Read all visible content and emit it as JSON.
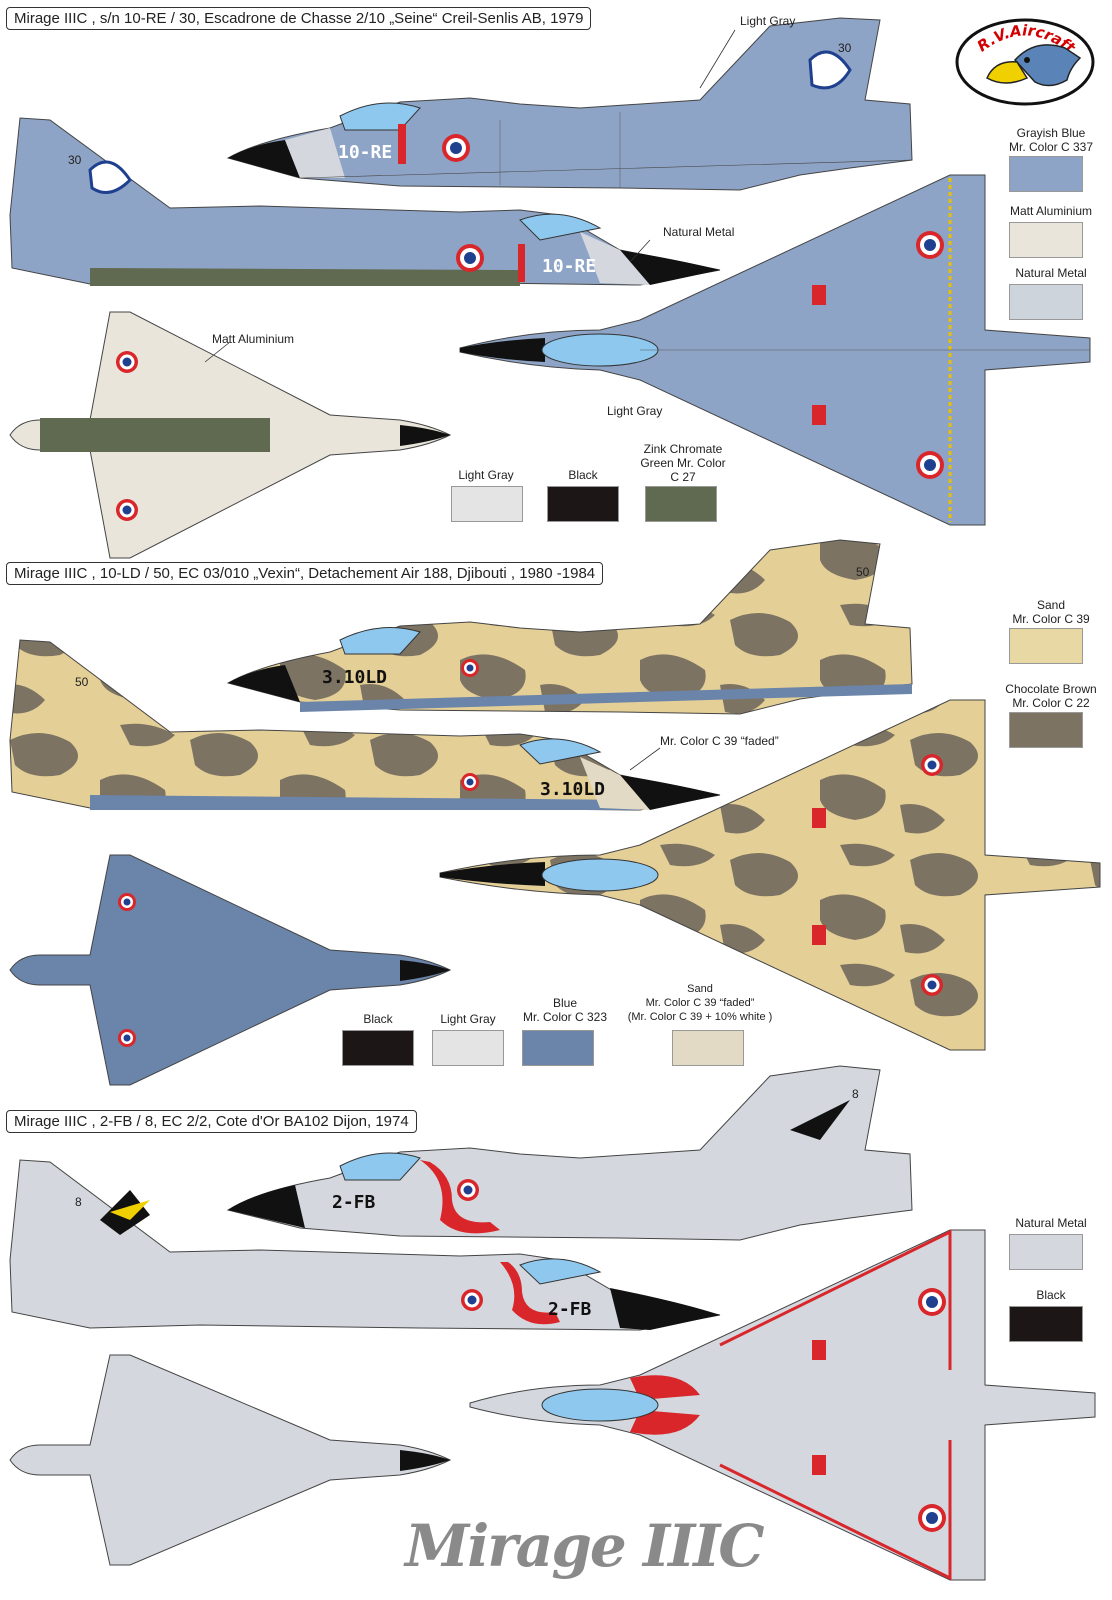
{
  "logo": {
    "text": "R.V.Aircraft",
    "colors": {
      "ring": "#d20000",
      "bg": "#ffffff",
      "eagle": "#5a84b8",
      "beak": "#f0d000"
    }
  },
  "sections": [
    {
      "title": "Mirage IIIC , s/n 10-RE / 30, Escadrone de Chasse 2/10 „Seine“   Creil-Senlis AB, 1979",
      "serial": "10-RE",
      "tail_number": "30",
      "labels": [
        "Light Gray",
        "Natural Metal",
        "Matt Aluminium",
        "Light Gray"
      ],
      "swatches_right": [
        {
          "name": "Grayish Blue\nMr. Color C 337",
          "color": "#8ea4c6"
        },
        {
          "name": "Matt Aluminium",
          "color": "#e9e5da"
        },
        {
          "name": "Natural Metal",
          "color": "#ced4dc"
        }
      ],
      "swatches_bottom": [
        {
          "name": "Light Gray",
          "color": "#e4e4e4"
        },
        {
          "name": "Black",
          "color": "#1c1616"
        },
        {
          "name": "Zink Chromate\nGreen Mr. Color\nC 27",
          "color": "#606a50"
        }
      ]
    },
    {
      "title": "Mirage IIIC ,  10-LD / 50, EC 03/010 „Vexin“,  Detachement Air 188, Djibouti , 1980 -1984",
      "serial": "3.10LD",
      "tail_number": "50",
      "labels": [
        "Mr. Color C 39 “faded”"
      ],
      "swatches_right": [
        {
          "name": "Sand\nMr. Color C 39",
          "color": "#e8d8a4"
        },
        {
          "name": "Chocolate Brown\nMr. Color C 22",
          "color": "#7d7363"
        }
      ],
      "swatches_bottom": [
        {
          "name": "Black",
          "color": "#1c1616"
        },
        {
          "name": "Light Gray",
          "color": "#e4e4e4"
        },
        {
          "name": "Blue\nMr. Color C 323",
          "color": "#6a84aa"
        },
        {
          "name": "Sand\nMr. Color C 39 “faded”\n(Mr. Color C 39 + 10% white )",
          "color": "#e2dac4"
        }
      ]
    },
    {
      "title": "Mirage IIIC ,  2-FB / 8, EC 2/2, Cote d'Or BA102 Dijon, 1974",
      "serial": "2-FB",
      "tail_number": "8",
      "swatches_right": [
        {
          "name": "Natural Metal",
          "color": "#d4d8de"
        },
        {
          "name": "Black",
          "color": "#1c1616"
        }
      ]
    }
  ],
  "footer_logo": "Mirage IIIC",
  "colors": {
    "blue_gray": "#8ea4c6",
    "aluminium": "#e9e5da",
    "sand": "#e4cf97",
    "brown": "#7d7363",
    "blue_under": "#6a84aa",
    "silver": "#d4d8de",
    "green": "#606a50",
    "black": "#1c1616",
    "canopy": "#8fc8ee",
    "red": "#d8262a"
  }
}
